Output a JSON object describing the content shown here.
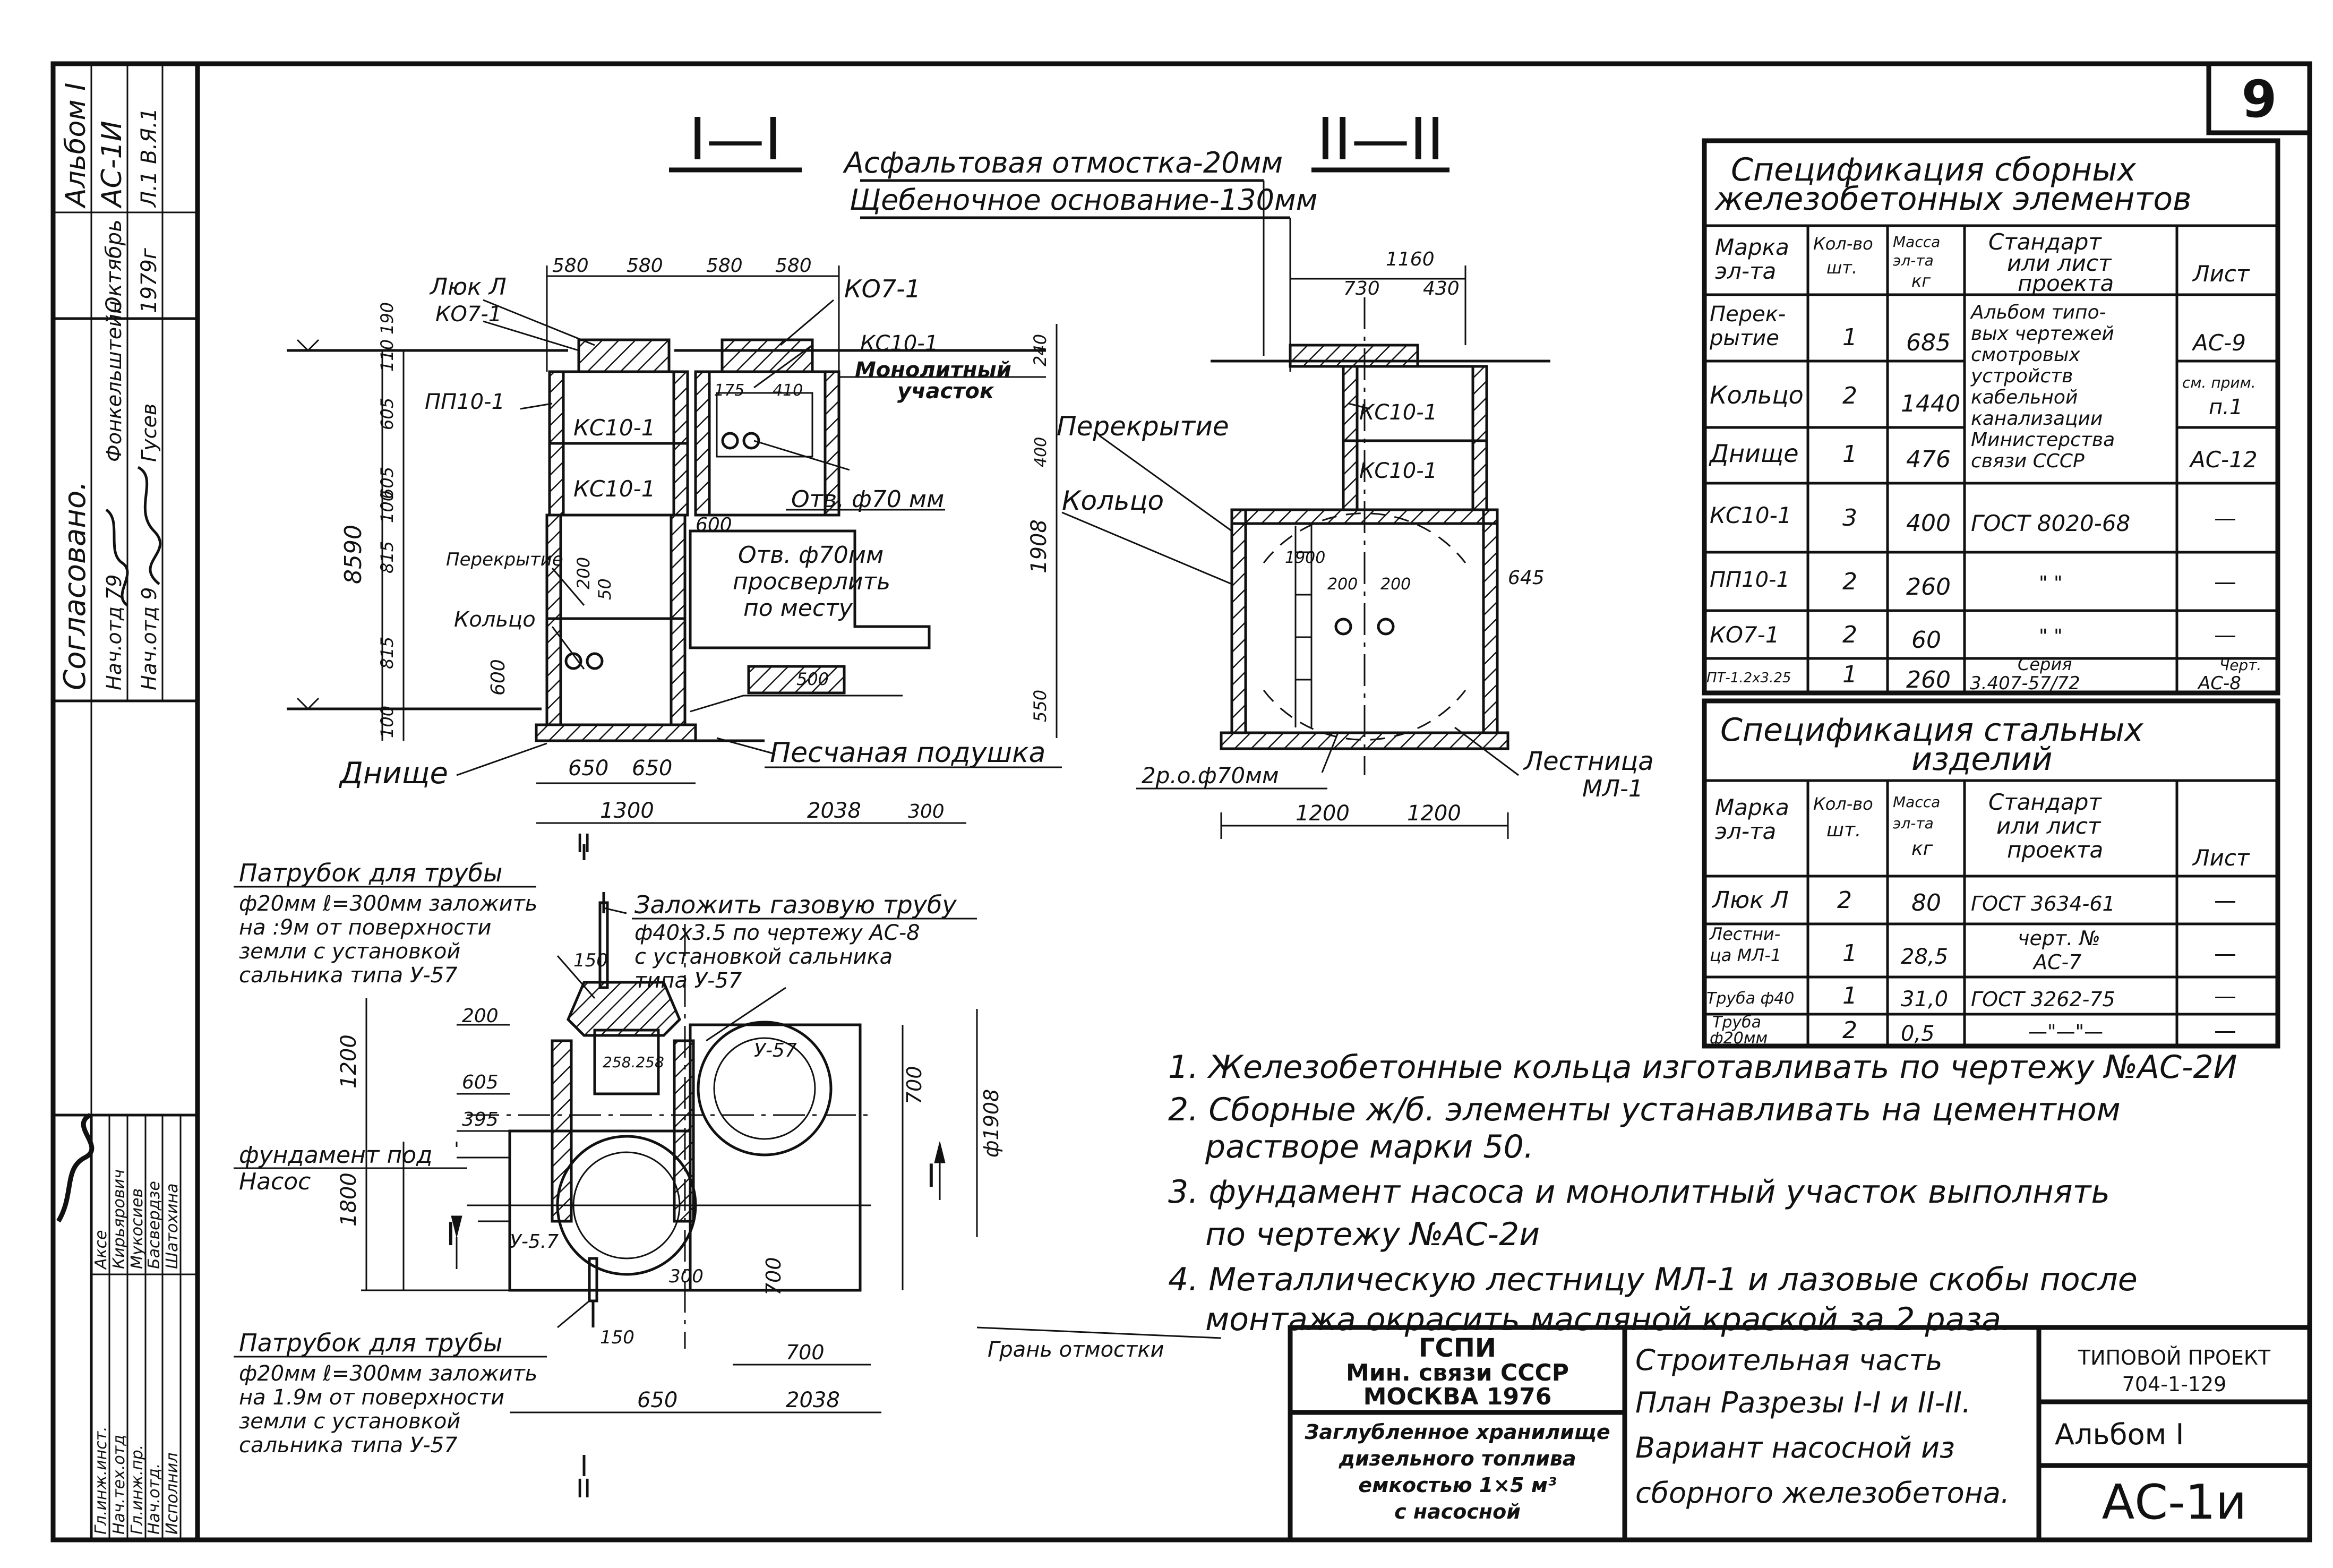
{
  "sheet_number": "9",
  "left_strip": {
    "album": "Альбом I",
    "code": "АС-1И",
    "sheet": "Л.1 В.Я.1",
    "month": "Октябрь",
    "year": "1979г",
    "agreed": "Согласовано.",
    "rows": [
      {
        "role": "Нач.отд 79",
        "name": "Фонкельштейн"
      },
      {
        "role": "Нач.отд 9",
        "name": "Гусев"
      }
    ]
  },
  "stamp_left": {
    "rows": [
      {
        "role": "Гл.инж.инст.",
        "name": "Аксе"
      },
      {
        "role": "Нач.тех.отд",
        "name": "Кирьярович"
      },
      {
        "role": "Гл.инж.пр.",
        "name": "Мукосиев"
      },
      {
        "role": "Нач.отд.",
        "name": "Басвердзе"
      },
      {
        "role": "Исполнил",
        "name": "Шатохина"
      }
    ]
  },
  "titles": {
    "section1": "I—I",
    "section2": "II—II"
  },
  "section1_labels": {
    "asphalt": "Асфальтовая отмостка-20мм",
    "gravel": "Щебеночное основание-130мм",
    "hatch": "Люк Л",
    "ko71": "КО7-1",
    "ko71b": "КО7-1",
    "pp101": "ПП10-1",
    "ks101a": "КС10-1",
    "ks101b": "КС10-1",
    "ks101c": "КС10-1",
    "monolith": "Монолитный",
    "monolith2": "участок",
    "hole70": "Отв. ф70 мм",
    "hole70b": "Отв. ф70мм",
    "drill": "просверлить",
    "drill2": "по месту",
    "slab": "Перекрытие",
    "ring": "Кольцо",
    "bottom": "Днище",
    "sand": "Песчаная подушка"
  },
  "section1_dims": {
    "d580a": "580",
    "d580b": "580",
    "d580c": "580",
    "d580d": "580",
    "d190": "190",
    "d110": "110",
    "d605a": "605",
    "d605b": "605",
    "d100": "100",
    "d815a": "815",
    "d815b": "815",
    "d100b": "100",
    "d8590": "8590",
    "d600": "600",
    "d600b": "600",
    "d200": "200",
    "d50": "50",
    "d175": "175",
    "d410": "410",
    "d500": "500",
    "d650a": "650",
    "d650b": "650",
    "d1300": "1300",
    "d2038": "2038",
    "d300": "300",
    "d240": "240",
    "d1908": "1908",
    "d550": "550",
    "d400": "400"
  },
  "section2_labels": {
    "slab": "Перекрытие",
    "ring": "Кольцо",
    "ks101a": "КС10-1",
    "ks101b": "КС10-1",
    "holes": "2р.о.ф70мм",
    "ladder": "Лестница",
    "ladder2": "МЛ-1"
  },
  "section2_dims": {
    "d1160": "1160",
    "d730": "730",
    "d430": "430",
    "d1200a": "1200",
    "d1200b": "1200",
    "d645": "645",
    "d200": "200",
    "d200b": "200",
    "d1900": "1900"
  },
  "plan_labels": {
    "pipe1_title": "Патрубок для трубы",
    "pipe1_l2": "ф20мм ℓ=300мм заложить",
    "pipe1_l3": "на :9м от поверхности",
    "pipe1_l4": "земли с установкой",
    "pipe1_l5": "сальника типа У-57",
    "gas_title": "Заложить газовую трубу",
    "gas_l2": "ф40х3.5 по чертежу АС-8",
    "gas_l3": "с установкой сальника",
    "gas_l4": "типа У-57",
    "pump": "фундамент под",
    "pump2": "Насос",
    "pipe2_title": "Патрубок для трубы",
    "pipe2_l2": "ф20мм ℓ=300мм заложить",
    "pipe2_l3": "на 1.9м от поверхности",
    "pipe2_l4": "земли с установкой",
    "pipe2_l5": "сальника типа У-57",
    "edge": "Грань отмостки",
    "u57a": "У-57",
    "u57b": "У-5.7",
    "sec1": "I",
    "sec1b": "I",
    "sec2": "II",
    "sec2b": "II"
  },
  "plan_dims": {
    "d200": "200",
    "d605": "605",
    "d395": "395",
    "d1200": "1200",
    "d1800": "1800",
    "d150": "150",
    "d150b": "150",
    "d258": "258.258",
    "d700a": "700",
    "d700b": "700",
    "d700c": "700",
    "d1908": "ф1908",
    "d650": "650",
    "d2038": "2038",
    "d300": "300"
  },
  "spec_precast": {
    "title": "Спецификация сборных железобетонных элементов",
    "headers": [
      "Марка эл-та",
      "Кол-во шт.",
      "Масса эл-та кг",
      "Стандарт или лист проекта",
      "Лист"
    ],
    "rows": [
      [
        "Перекрытие",
        "1",
        "685",
        "Альбом типовых чертежей смотровых устройств кабельной канализации Министерства связи СССР",
        "АС-9"
      ],
      [
        "Кольцо",
        "2",
        "1440",
        "",
        "см. прим. п.1"
      ],
      [
        "Днище",
        "1",
        "476",
        "",
        "АС-12"
      ],
      [
        "КС10-1",
        "3",
        "400",
        "ГОСТ 8020-68",
        "—"
      ],
      [
        "ПП10-1",
        "2",
        "260",
        "\"  \"",
        "—"
      ],
      [
        "КО7-1",
        "2",
        "60",
        "\"  \"",
        "—"
      ],
      [
        "ПТ-1.2х3.25",
        "1",
        "260",
        "Серия 3.407-57/72",
        "Черт. АС-8"
      ]
    ]
  },
  "spec_steel": {
    "title": "Спецификация стальных изделий",
    "headers": [
      "Марка эл-та",
      "Кол-во шт.",
      "Масса эл-та кг",
      "Стандарт или лист проекта",
      "Лист"
    ],
    "rows": [
      [
        "Люк Л",
        "2",
        "80",
        "ГОСТ 3634-61",
        "—"
      ],
      [
        "Лестница МЛ-1",
        "1",
        "28,5",
        "черт. № АС-7",
        "—"
      ],
      [
        "Труба ф40",
        "1",
        "31,0",
        "ГОСТ 3262-75",
        "—"
      ],
      [
        "Труба ф20мм",
        "2",
        "0,5",
        "—\"—\"—",
        "—"
      ]
    ]
  },
  "notes": [
    "1. Железобетонные кольца изготавливать по чертежу №АС-2И",
    "2. Сборные ж/б. элементы устанавливать на цементном",
    "растворе марки 50.",
    "3. фундамент насоса и монолитный участок выполнять",
    "по чертежу №АС-2и",
    "4. Металлическую лестницу МЛ-1 и лазовые скобы после",
    "монтажа окрасить масляной краской за 2 раза."
  ],
  "title_block": {
    "org1": "ГСПИ",
    "org2": "Мин. связи СССР",
    "org3": "МОСКВА 1976",
    "obj1": "Заглубленное хранилище",
    "obj2": "дизельного топлива",
    "obj3": "емкостью 1×5 м³",
    "obj4": "с насосной",
    "part1": "Строительная часть",
    "part2": "План Разрезы I-I и II-II.",
    "part3": "Вариант насосной из",
    "part4": "сборного железобетона.",
    "project_label": "ТИПОВОЙ ПРОЕКТ",
    "project_no": "704-1-129",
    "album": "Альбом I",
    "code": "АС-1и"
  }
}
